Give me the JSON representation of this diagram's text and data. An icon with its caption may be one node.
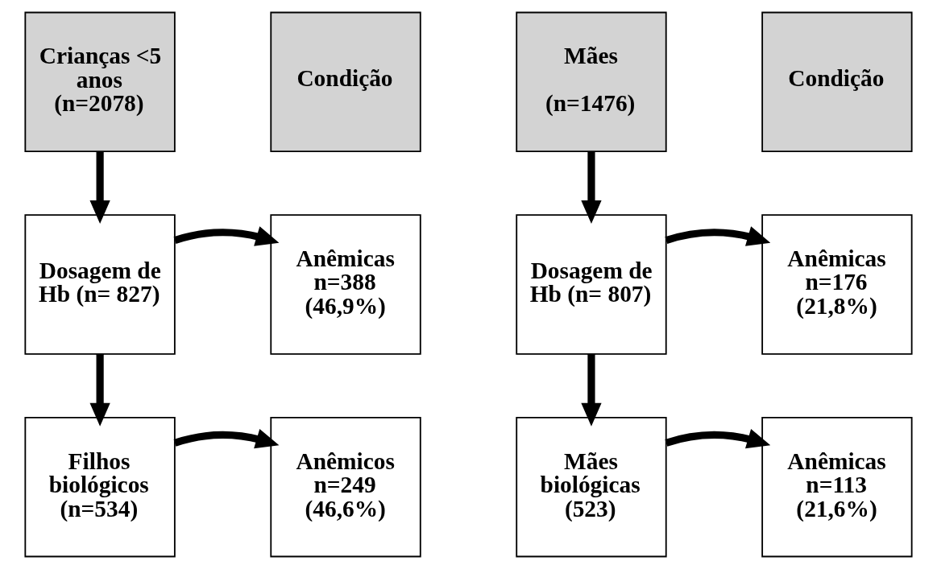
{
  "diagram": {
    "nodes": [
      {
        "text": [
          "Crianças <5 anos (n=2078)"
        ]
      },
      {
        "text": [
          "Condição"
        ]
      },
      {
        "text": [
          "Mães",
          "(n=1476)"
        ]
      },
      {
        "text": [
          "Condição"
        ]
      },
      {
        "text": [
          "Dosagem de Hb (n= 827)"
        ]
      },
      {
        "text": [
          "Anêmicas n=388 (46,9%)"
        ]
      },
      {
        "text": [
          "Dosagem de Hb (n= 807)"
        ]
      },
      {
        "text": [
          "Anêmicas n=176 (21,8%)"
        ]
      },
      {
        "text": [
          "Filhos biológicos (n=534)"
        ]
      },
      {
        "text": [
          "Anêmicos n=249 (46,6%)"
        ]
      },
      {
        "text": [
          "Mães biológicas (523)"
        ]
      },
      {
        "text": [
          "Anêmicas n=113 (21,6%)"
        ]
      }
    ],
    "edges": [
      {
        "from": 0,
        "to": 4,
        "arrow": "to"
      },
      {
        "from": 4,
        "to": 8,
        "arrow": "to"
      },
      {
        "from": 2,
        "to": 6,
        "arrow": "to"
      },
      {
        "from": 6,
        "to": 10,
        "arrow": "to"
      },
      {
        "from": 4,
        "to": 5,
        "arrow": "to"
      },
      {
        "from": 8,
        "to": 9,
        "arrow": "to"
      },
      {
        "from": 6,
        "to": 7,
        "arrow": "to"
      },
      {
        "from": 10,
        "to": 11,
        "arrow": "to"
      }
    ]
  }
}
